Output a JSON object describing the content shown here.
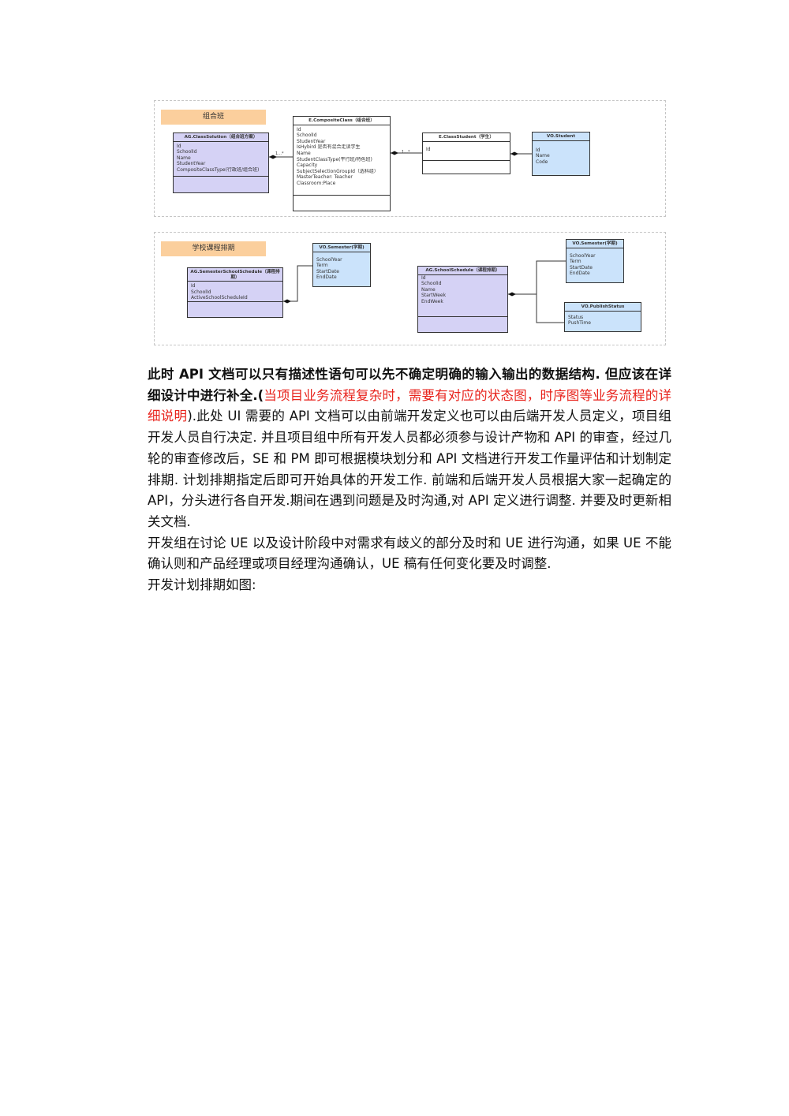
{
  "diagram1": {
    "group_label": "组合班",
    "class_solution": {
      "title": "AG.ClassSolution（组合班方案）",
      "attrs": [
        "Id",
        "SchoolId",
        "Name",
        "StudentYear",
        "CompositeClassType(行政班/组合班)"
      ]
    },
    "composite_class": {
      "title": "E.CompositeClass（组合班）",
      "attrs": [
        "Id",
        "SchoolId",
        "StudentYear",
        "IsHybird 是否有混合走读学生",
        "Name",
        "StudentClassType(平行班/特色班)",
        "Capacity",
        "SubjectSelectionGroupId（选科组）",
        "MasterTeacher: Teacher",
        "Classroom:Place"
      ]
    },
    "class_student": {
      "title": "E.ClassStudent（学生）",
      "attrs": [
        "Id"
      ]
    },
    "student": {
      "title": "VO.Student",
      "attrs": [
        "Id",
        "Name",
        "Code"
      ]
    },
    "mult1": "1...*",
    "mult2": "1...*"
  },
  "diagram2": {
    "group_label": "学校课程排期",
    "semester_school_schedule": {
      "title": "AG.SemesterSchoolSchedule（课程排期）",
      "attrs": [
        "Id",
        "SchoolId",
        "ActiveSchoolScheduleId"
      ]
    },
    "semester_left": {
      "title": "VO.Semester(学期)",
      "attrs": [
        "SchoolYear",
        "Term",
        "StartDate",
        "EndDate"
      ]
    },
    "school_schedule": {
      "title": "AG.SchoolSchedule（课程排期）",
      "attrs": [
        "Id",
        "SchoolId",
        "Name",
        "StartWeek",
        "EndWeek"
      ]
    },
    "semester_right": {
      "title": "VO.Semester(学期)",
      "attrs": [
        "SchoolYear",
        "Term",
        "StartDate",
        "EndDate"
      ]
    },
    "publish_status": {
      "title": "VO.PublishStatus",
      "attrs": [
        "Status",
        "PushTime"
      ]
    }
  },
  "body": {
    "p1_bold": "此时 API 文档可以只有描述性语句可以先不确定明确的输入输出的数据结构. 但应该在详细设计中进行补全.",
    "p1_open": "(",
    "p1_red": "当项目业务流程复杂时，需要有对应的状态图，时序图等业务流程的详细说明",
    "p1_rest": ").此处 UI 需要的 API 文档可以由前端开发定义也可以由后端开发人员定义，项目组开发人员自行决定. 并且项目组中所有开发人员都必须参与设计产物和 API 的审查，经过几轮的审查修改后，SE 和 PM 即可根据模块划分和 API 文档进行开发工作量评估和计划制定排期. 计划排期指定后即可开始具体的开发工作. 前端和后端开发人员根据大家一起确定的 API，分头进行各自开发.期间在遇到问题是及时沟通,对 API 定义进行调整. 并要及时更新相关文档.",
    "p2": "开发组在讨论 UE 以及设计阶段中对需求有歧义的部分及时和 UE 进行沟通，如果 UE 不能确认则和产品经理或项目经理沟通确认，UE 稿有任何变化要及时调整.",
    "p3": "开发计划排期如图:"
  }
}
